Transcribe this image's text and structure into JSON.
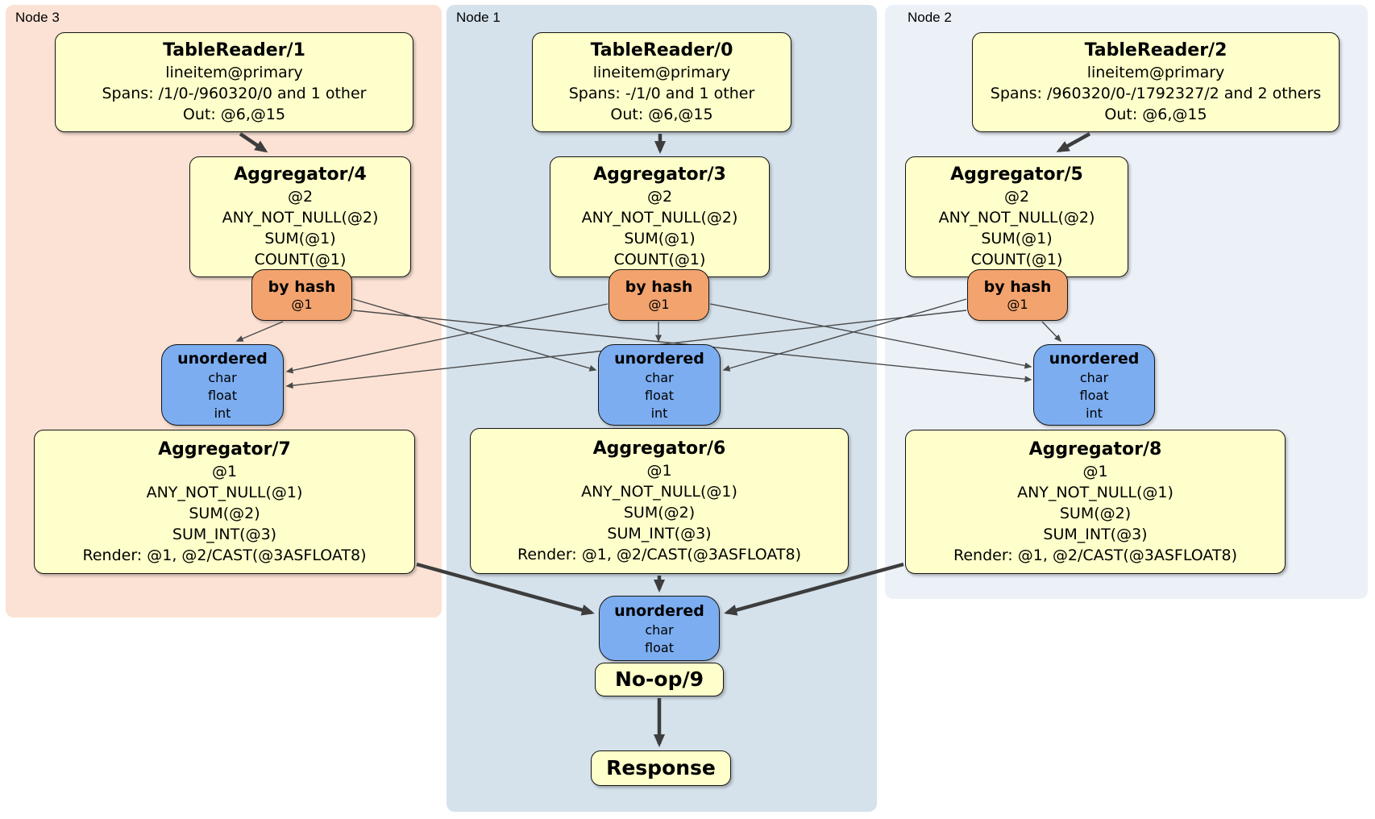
{
  "panels": [
    {
      "label": "Node 3"
    },
    {
      "label": "Node 1"
    },
    {
      "label": "Node 2"
    }
  ],
  "nodes": {
    "tr1": {
      "title": "TableReader/1",
      "lines": [
        "lineitem@primary",
        "Spans: /1/0-/960320/0 and 1 other",
        "Out: @6,@15"
      ]
    },
    "tr0": {
      "title": "TableReader/0",
      "lines": [
        "lineitem@primary",
        "Spans: -/1/0 and 1 other",
        "Out: @6,@15"
      ]
    },
    "tr2": {
      "title": "TableReader/2",
      "lines": [
        "lineitem@primary",
        "Spans: /960320/0-/1792327/2 and 2 others",
        "Out: @6,@15"
      ]
    },
    "agg4": {
      "title": "Aggregator/4",
      "lines": [
        "@2",
        "ANY_NOT_NULL(@2)",
        "SUM(@1)",
        "COUNT(@1)"
      ]
    },
    "agg3": {
      "title": "Aggregator/3",
      "lines": [
        "@2",
        "ANY_NOT_NULL(@2)",
        "SUM(@1)",
        "COUNT(@1)"
      ]
    },
    "agg5": {
      "title": "Aggregator/5",
      "lines": [
        "@2",
        "ANY_NOT_NULL(@2)",
        "SUM(@1)",
        "COUNT(@1)"
      ]
    },
    "hash3": {
      "title": "by hash",
      "lines": [
        "@1"
      ]
    },
    "hash1": {
      "title": "by hash",
      "lines": [
        "@1"
      ]
    },
    "hash2": {
      "title": "by hash",
      "lines": [
        "@1"
      ]
    },
    "un3": {
      "title": "unordered",
      "lines": [
        "char",
        "float",
        "int"
      ]
    },
    "un1": {
      "title": "unordered",
      "lines": [
        "char",
        "float",
        "int"
      ]
    },
    "un2": {
      "title": "unordered",
      "lines": [
        "char",
        "float",
        "int"
      ]
    },
    "agg7": {
      "title": "Aggregator/7",
      "lines": [
        "@1",
        "ANY_NOT_NULL(@1)",
        "SUM(@2)",
        "SUM_INT(@3)",
        "Render: @1, @2/CAST(@3ASFLOAT8)"
      ]
    },
    "agg6": {
      "title": "Aggregator/6",
      "lines": [
        "@1",
        "ANY_NOT_NULL(@1)",
        "SUM(@2)",
        "SUM_INT(@3)",
        "Render: @1, @2/CAST(@3ASFLOAT8)"
      ]
    },
    "agg8": {
      "title": "Aggregator/8",
      "lines": [
        "@1",
        "ANY_NOT_NULL(@1)",
        "SUM(@2)",
        "SUM_INT(@3)",
        "Render: @1, @2/CAST(@3ASFLOAT8)"
      ]
    },
    "unf": {
      "title": "unordered",
      "lines": [
        "char",
        "float"
      ]
    },
    "noop": {
      "title": "No-op/9"
    },
    "response": {
      "title": "Response"
    }
  },
  "edges": [
    {
      "from": "tr1",
      "to": "agg4",
      "type": "arrow-thick"
    },
    {
      "from": "tr0",
      "to": "agg3",
      "type": "arrow-thick"
    },
    {
      "from": "tr2",
      "to": "agg5",
      "type": "arrow-thick"
    },
    {
      "from": "hash3",
      "to": "un3",
      "type": "arrow-thin"
    },
    {
      "from": "hash3",
      "to": "un1",
      "type": "arrow-thin"
    },
    {
      "from": "hash3",
      "to": "un2",
      "type": "arrow-thin"
    },
    {
      "from": "hash1",
      "to": "un3",
      "type": "arrow-thin"
    },
    {
      "from": "hash1",
      "to": "un1",
      "type": "arrow-thin"
    },
    {
      "from": "hash1",
      "to": "un2",
      "type": "arrow-thin"
    },
    {
      "from": "hash2",
      "to": "un3",
      "type": "arrow-thin"
    },
    {
      "from": "hash2",
      "to": "un1",
      "type": "arrow-thin"
    },
    {
      "from": "hash2",
      "to": "un2",
      "type": "arrow-thin"
    },
    {
      "from": "agg7",
      "to": "unf",
      "type": "arrow-thick"
    },
    {
      "from": "agg6",
      "to": "unf",
      "type": "arrow-thick"
    },
    {
      "from": "agg8",
      "to": "unf",
      "type": "arrow-thick"
    },
    {
      "from": "unf",
      "to": "noop",
      "type": "attached"
    },
    {
      "from": "noop",
      "to": "response",
      "type": "arrow-thick"
    }
  ],
  "colors": {
    "panel_node3": "#fce2d4",
    "panel_node1": "#d5e2ec",
    "panel_node2": "#ecf1f8",
    "node_fill": "#ffffcb",
    "hash_router_fill": "#f2a36e",
    "sync_fill": "#7cadf0",
    "edge": "#3d3d3d"
  }
}
